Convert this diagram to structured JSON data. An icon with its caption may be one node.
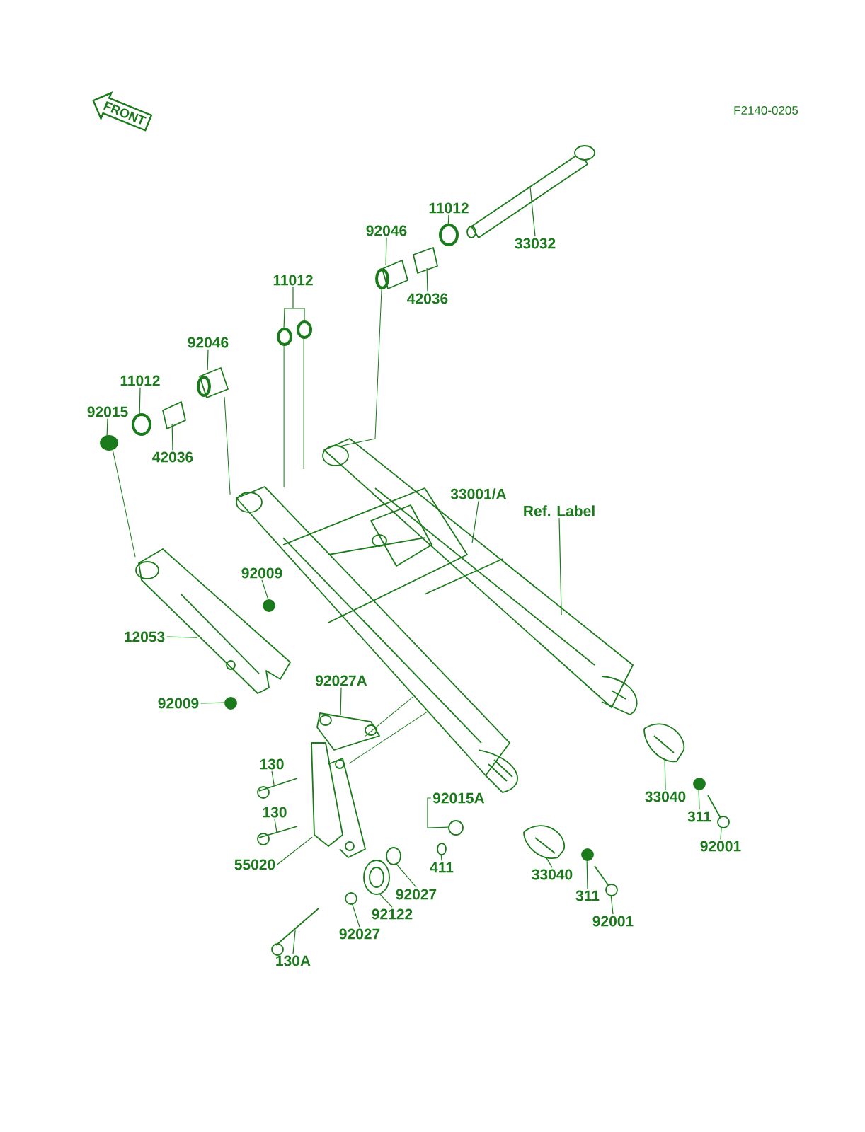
{
  "diagram": {
    "nodes": [
      {
        "text": [
          "FRONT"
        ]
      },
      {
        "text": [
          "33032"
        ]
      },
      {
        "text": [
          "11012"
        ]
      },
      {
        "text": [
          "92046"
        ]
      },
      {
        "text": [
          "42036"
        ]
      },
      {
        "text": [
          "11012"
        ]
      },
      {
        "text": [
          "92046"
        ]
      },
      {
        "text": [
          "11012"
        ]
      },
      {
        "text": [
          "92015"
        ]
      },
      {
        "text": [
          "42036"
        ]
      },
      {
        "text": [
          "33001/A"
        ]
      },
      {
        "text": [
          "Ref. Label"
        ]
      },
      {
        "text": [
          "92009"
        ]
      },
      {
        "text": [
          "12053"
        ]
      },
      {
        "text": [
          "92009"
        ]
      },
      {
        "text": [
          "92027A"
        ]
      },
      {
        "text": [
          "130"
        ]
      },
      {
        "text": [
          "130"
        ]
      },
      {
        "text": [
          "55020"
        ]
      },
      {
        "text": [
          "92015A"
        ]
      },
      {
        "text": [
          "411"
        ]
      },
      {
        "text": [
          "92027"
        ]
      },
      {
        "text": [
          "92122"
        ]
      },
      {
        "text": [
          "92027"
        ]
      },
      {
        "text": [
          "130A"
        ]
      },
      {
        "text": [
          "33040"
        ]
      },
      {
        "text": [
          "311"
        ]
      },
      {
        "text": [
          "92001"
        ]
      },
      {
        "text": [
          "33040"
        ]
      },
      {
        "text": [
          "311"
        ]
      },
      {
        "text": [
          "92001"
        ]
      },
      {
        "text": [],
        "shape": "picture"
      },
      {
        "text": [],
        "shape": "circle"
      },
      {
        "text": [],
        "shape": "picture"
      },
      {
        "text": [],
        "shape": "picture"
      },
      {
        "text": [],
        "shape": "picture"
      },
      {
        "text": [],
        "shape": "picture"
      },
      {
        "text": [],
        "shape": "circle"
      },
      {
        "text": [],
        "shape": "circle"
      },
      {
        "text": [],
        "shape": "picture"
      },
      {
        "text": [],
        "shape": "picture"
      },
      {
        "text": [],
        "shape": "circle"
      },
      {
        "text": [],
        "shape": "picture"
      },
      {
        "text": [],
        "shape": "circle"
      },
      {
        "text": [],
        "shape": "picture"
      },
      {
        "text": [],
        "shape": "picture"
      },
      {
        "text": [],
        "shape": "picture"
      },
      {
        "text": [],
        "shape": "picture"
      },
      {
        "text": [],
        "shape": "circle"
      },
      {
        "text": [],
        "shape": "circle"
      },
      {
        "text": [],
        "shape": "circle"
      },
      {
        "text": [],
        "shape": "picture"
      },
      {
        "text": [],
        "shape": "circle"
      },
      {
        "text": [],
        "shape": "picture"
      },
      {
        "text": [],
        "shape": "picture"
      },
      {
        "text": [],
        "shape": "circle"
      },
      {
        "text": [],
        "shape": "picture"
      },
      {
        "text": [],
        "shape": "picture"
      },
      {
        "text": [],
        "shape": "circle"
      },
      {
        "text": [],
        "shape": "picture"
      }
    ],
    "edges": [
      {
        "from": 1,
        "to": 31,
        "arrow": "none"
      },
      {
        "from": 2,
        "to": 32,
        "arrow": "none"
      },
      {
        "from": 3,
        "to": 33,
        "arrow": "none"
      },
      {
        "from": 4,
        "to": 34,
        "arrow": "none"
      },
      {
        "from": 5,
        "to": 35,
        "arrow": "none"
      },
      {
        "from": 6,
        "to": 36,
        "arrow": "none"
      },
      {
        "from": 7,
        "to": 37,
        "arrow": "none"
      },
      {
        "from": 8,
        "to": 38,
        "arrow": "none"
      },
      {
        "from": 9,
        "to": 39,
        "arrow": "none"
      },
      {
        "from": 10,
        "to": 40,
        "arrow": "none"
      },
      {
        "from": 11,
        "to": 40,
        "arrow": "none"
      },
      {
        "from": 12,
        "to": 41,
        "arrow": "none"
      },
      {
        "from": 13,
        "to": 42,
        "arrow": "none"
      },
      {
        "from": 14,
        "to": 43,
        "arrow": "none"
      },
      {
        "from": 15,
        "to": 44,
        "arrow": "none"
      },
      {
        "from": 16,
        "to": 45,
        "arrow": "none"
      },
      {
        "from": 17,
        "to": 46,
        "arrow": "none"
      },
      {
        "from": 18,
        "to": 47,
        "arrow": "none"
      },
      {
        "from": 19,
        "to": 48,
        "arrow": "none"
      },
      {
        "from": 20,
        "to": 49,
        "arrow": "none"
      },
      {
        "from": 21,
        "to": 50,
        "arrow": "none"
      },
      {
        "from": 22,
        "to": 51,
        "arrow": "none"
      },
      {
        "from": 23,
        "to": 52,
        "arrow": "none"
      },
      {
        "from": 24,
        "to": 53,
        "arrow": "none"
      },
      {
        "from": 25,
        "to": 54,
        "arrow": "none"
      },
      {
        "from": 26,
        "to": 55,
        "arrow": "none"
      },
      {
        "from": 27,
        "to": 56,
        "arrow": "none"
      },
      {
        "from": 28,
        "to": 57,
        "arrow": "none"
      },
      {
        "from": 29,
        "to": 58,
        "arrow": "none"
      },
      {
        "from": 30,
        "to": 59,
        "arrow": "none"
      },
      {
        "from": 35,
        "to": 40,
        "arrow": "none"
      },
      {
        "from": 35,
        "to": 40,
        "arrow": "none"
      },
      {
        "from": 33,
        "to": 40,
        "arrow": "none"
      },
      {
        "from": 36,
        "to": 40,
        "arrow": "none"
      },
      {
        "from": 38,
        "to": 42,
        "arrow": "none"
      },
      {
        "from": 44,
        "to": 40,
        "arrow": "none"
      },
      {
        "from": 47,
        "to": 40,
        "arrow": "none"
      }
    ],
    "labels": [
      "F2140-0205"
    ]
  }
}
